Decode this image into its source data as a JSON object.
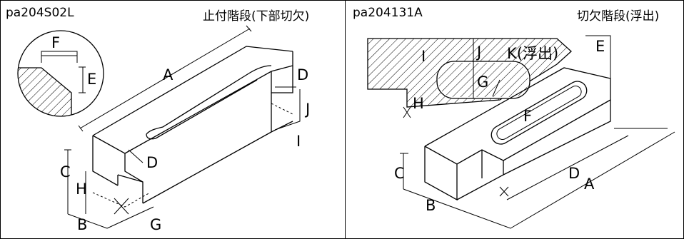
{
  "left_panel": {
    "code": "pa204S02L",
    "title": "止付階段(下部切欠)",
    "labels": [
      "A",
      "B",
      "C",
      "D",
      "D",
      "E",
      "F",
      "G",
      "H",
      "I",
      "J"
    ]
  },
  "right_panel": {
    "code": "pa204131A",
    "title": "切欠階段(浮出)",
    "labels": [
      "A",
      "B",
      "C",
      "D",
      "E",
      "F",
      "G",
      "H",
      "I",
      "J",
      "K(浮出)"
    ]
  }
}
